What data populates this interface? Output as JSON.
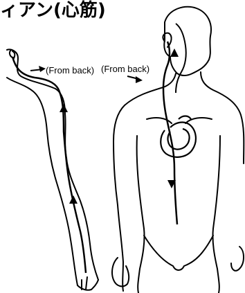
{
  "title": "ィアン(心筋)",
  "labels": {
    "left": "(From back)",
    "right": "(From back)"
  },
  "colors": {
    "line": "#000000",
    "background": "#ffffff"
  },
  "icons": {
    "arrow": "arrow-icon",
    "heart": "heart-icon"
  }
}
